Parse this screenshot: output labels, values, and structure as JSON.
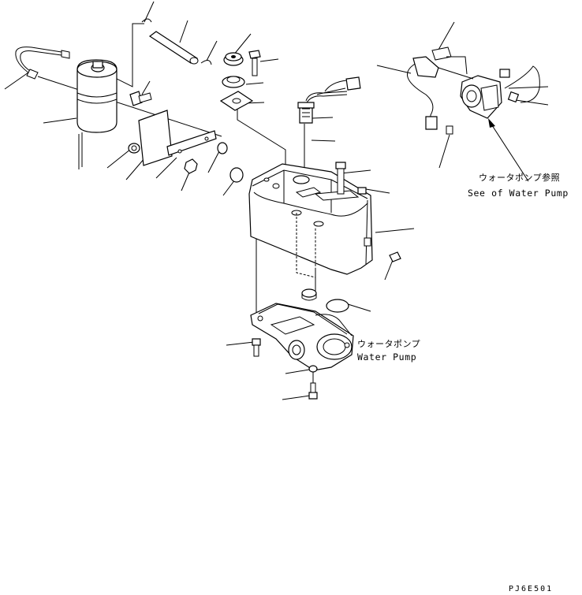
{
  "labels": {
    "see_water_pump_jp": "ウォータポンプ参照",
    "see_water_pump_en": "See of Water Pump",
    "water_pump_jp": "ウォータポンプ",
    "water_pump_en": "Water Pump"
  },
  "drawing_code": "PJ6E501"
}
